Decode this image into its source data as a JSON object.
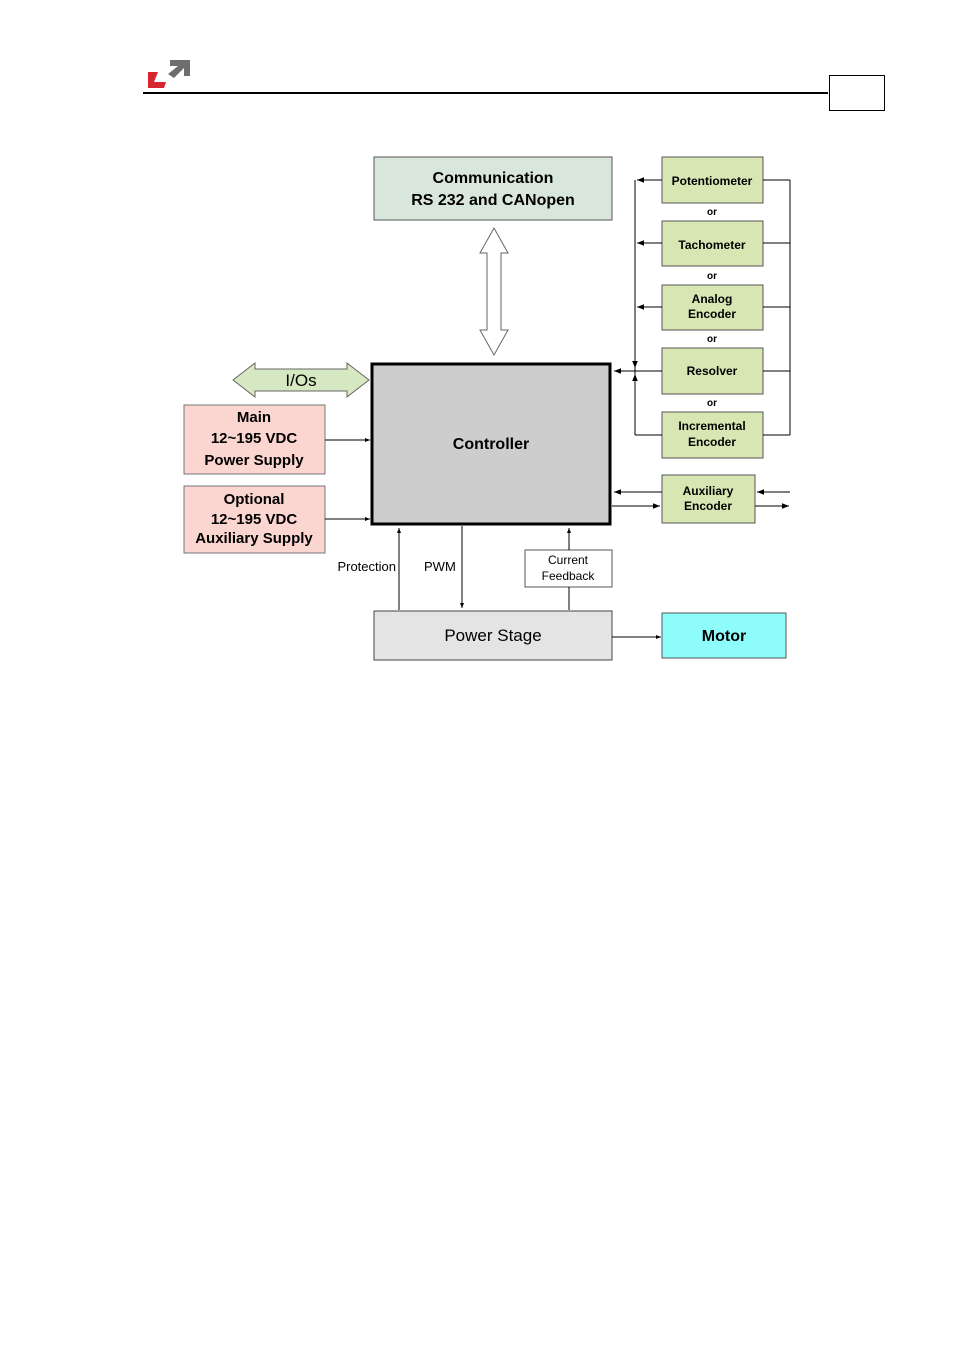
{
  "header": {
    "page_number": ""
  },
  "diagram": {
    "communication": {
      "line1": "Communication",
      "line2": "RS 232 and CANopen"
    },
    "ios": "I/Os",
    "main_supply": {
      "line1": "Main",
      "line2": "12~195 VDC",
      "line3": "Power Supply"
    },
    "aux_supply": {
      "line1": "Optional",
      "line2": "12~195 VDC",
      "line3": "Auxiliary Supply"
    },
    "controller": "Controller",
    "feedback_devices": [
      {
        "line1": "Potentiometer",
        "line2": ""
      },
      {
        "line1": "Tachometer",
        "line2": ""
      },
      {
        "line1": "Analog",
        "line2": "Encoder"
      },
      {
        "line1": "Resolver",
        "line2": ""
      },
      {
        "line1": "Incremental",
        "line2": "Encoder"
      }
    ],
    "or_label": "or",
    "aux_encoder": {
      "line1": "Auxiliary",
      "line2": "Encoder"
    },
    "protection": "Protection",
    "pwm": "PWM",
    "current_feedback": {
      "line1": "Current",
      "line2": "Feedback"
    },
    "power_stage": "Power Stage",
    "motor": "Motor"
  },
  "colors": {
    "communication_fill": "#d9e6dc",
    "supply_fill": "#fbd5cf",
    "feedback_fill": "#d8e6b4",
    "ios_fill": "#d6e8c2",
    "controller_fill": "#cdcdcd",
    "power_stage_fill": "#e4e4e4",
    "motor_fill": "#8ffcfc",
    "logo_red": "#d9252e",
    "logo_gray": "#6e6e6e"
  }
}
